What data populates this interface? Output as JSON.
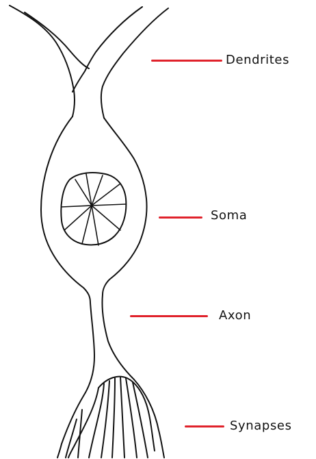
{
  "labels": {
    "dendrites": "Dendrites",
    "soma": "Soma",
    "axon": "Axon",
    "synapses": "Synapses"
  },
  "colors": {
    "leader": "#e0222b",
    "stroke": "#111111",
    "background": "#ffffff"
  }
}
